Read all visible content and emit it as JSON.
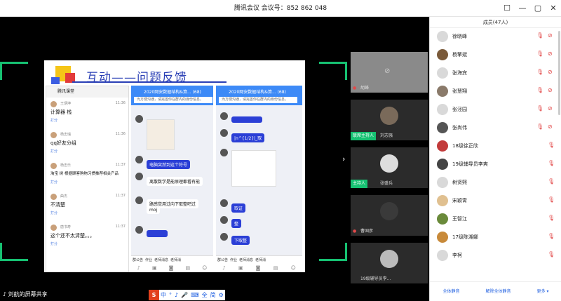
{
  "window": {
    "title": "腾讯会议 会议号：852 862 048",
    "controls": [
      "☐",
      "—",
      "▢",
      "✕"
    ]
  },
  "slide": {
    "title": "互动——问题反馈",
    "panel1": {
      "header": "腾讯课堂",
      "items": [
        {
          "name": "王炳坤",
          "time": "11:36",
          "msg": "计算器 栈",
          "action": "打分"
        },
        {
          "name": "杨志瑞",
          "time": "11:36",
          "msg": "qq好友分组",
          "action": "打分"
        },
        {
          "name": "杨志乐",
          "time": "11:37",
          "msg": "淘宝 树 根据顾客购物习惯推荐相关产品",
          "action": "打分"
        },
        {
          "name": "曲杰",
          "time": "11:37",
          "msg": "不清楚",
          "action": "打分"
        },
        {
          "name": "唐书寿",
          "time": "11:37",
          "msg": "这个还不太清楚。。。",
          "action": "打分"
        }
      ]
    },
    "panel2": {
      "header": "2020网安数据结构&算... (68)",
      "notice": "为方便沟通，请完善你在群内的身份信息。",
      "bubbles": [
        "电脑突然到这个符号",
        "离散数学是能原理都看有能",
        "路感觉用过向下取整吧过",
        "moj"
      ],
      "tabs": [
        "群公告",
        "作业",
        "老师消息",
        "老师消"
      ]
    },
    "panel3": {
      "header": "2020网安数据结构&算... (68)",
      "notice": "为方便沟通，请完善你在群内的身份信息。",
      "bubbles": [
        "|n^{1/2}|_取",
        "取证",
        "整",
        "下取整"
      ],
      "tabs": [
        "群公告",
        "作业",
        "老师消息",
        "老师消"
      ]
    }
  },
  "tiles": [
    {
      "label": "胡峰",
      "badge": ""
    },
    {
      "label": "刘志强",
      "badge": "联席主持人"
    },
    {
      "label": "张盛兵",
      "badge": "主持人"
    },
    {
      "label": "曹国彦",
      "badge": ""
    },
    {
      "label": "19级辅导员李...",
      "badge": ""
    }
  ],
  "bottombar": {
    "share_label": "刘航的屏幕共享",
    "ime": [
      "S",
      "中",
      "°",
      "♪",
      "🎤",
      "⌨",
      "全",
      "简",
      "⚙"
    ]
  },
  "members": {
    "header": "成员(47人)",
    "list": [
      "徐晓峰",
      "杨擎斌",
      "张海宾",
      "张慧翔",
      "张泾园",
      "张尚伟",
      "18级徐正欣",
      "19级辅导员李爽",
      "树贤熙",
      "宋颖霄",
      "王智江",
      "17级陈湘娜",
      "李柯"
    ],
    "footer": [
      "全体静音",
      "解除全体静音",
      "更多 ▾"
    ]
  },
  "colors": {
    "accent": "#16c172",
    "link": "#1f5fe0",
    "mute": "#e24a4a"
  }
}
